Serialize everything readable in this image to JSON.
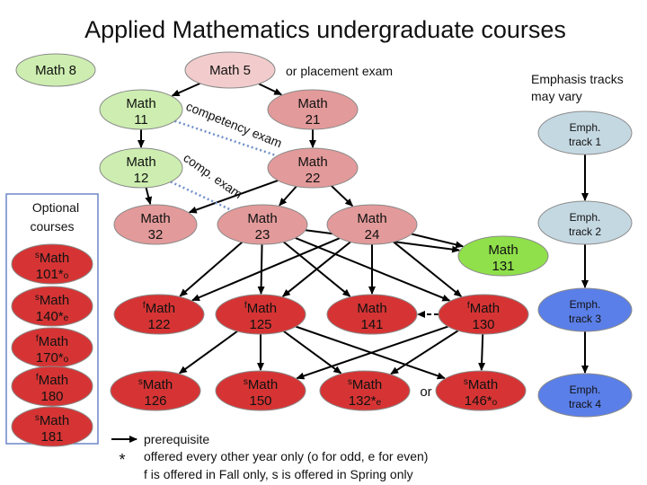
{
  "title": "Applied Mathematics undergraduate courses",
  "notes": {
    "placement": "or placement exam",
    "competency": "competency exam",
    "comp": "comp. exam",
    "emphasis_line1": "Emphasis tracks",
    "emphasis_line2": "may vary",
    "or": "or"
  },
  "optional": {
    "title_line1": "Optional",
    "title_line2": "courses"
  },
  "legend": {
    "arrow_text": "prerequisite",
    "star": "*",
    "star_text": "offered every other year only (o for odd, e for even)",
    "fs_text": "f is offered in Fall only, s is offered in Spring only"
  },
  "colors": {
    "green": "#cdeeb0",
    "pink": "#f2cccc",
    "salmon": "#e39a9a",
    "red": "#d63434",
    "bright_green": "#8fe04a",
    "light_blue": "#c4d8e2",
    "blue": "#5b7fe8"
  },
  "nodes": [
    {
      "id": "m8",
      "line1": "Math 8",
      "line2": "",
      "prefix": "",
      "suffix": "",
      "color": "green"
    },
    {
      "id": "m5",
      "line1": "Math 5",
      "line2": "",
      "prefix": "",
      "suffix": "",
      "color": "pink"
    },
    {
      "id": "m11",
      "line1": "Math",
      "line2": "11",
      "prefix": "",
      "suffix": "",
      "color": "green"
    },
    {
      "id": "m21",
      "line1": "Math",
      "line2": "21",
      "prefix": "",
      "suffix": "",
      "color": "salmon"
    },
    {
      "id": "m12",
      "line1": "Math",
      "line2": "12",
      "prefix": "",
      "suffix": "",
      "color": "green"
    },
    {
      "id": "m22",
      "line1": "Math",
      "line2": "22",
      "prefix": "",
      "suffix": "",
      "color": "salmon"
    },
    {
      "id": "m32",
      "line1": "Math",
      "line2": "32",
      "prefix": "",
      "suffix": "",
      "color": "salmon"
    },
    {
      "id": "m23",
      "line1": "Math",
      "line2": "23",
      "prefix": "",
      "suffix": "",
      "color": "salmon"
    },
    {
      "id": "m24",
      "line1": "Math",
      "line2": "24",
      "prefix": "",
      "suffix": "",
      "color": "salmon"
    },
    {
      "id": "m131",
      "line1": "Math",
      "line2": "131",
      "prefix": "",
      "suffix": "",
      "color": "bright_green"
    },
    {
      "id": "m122",
      "line1": "Math",
      "line2": "122",
      "prefix": "f",
      "suffix": "",
      "color": "red"
    },
    {
      "id": "m125",
      "line1": "Math",
      "line2": "125",
      "prefix": "f",
      "suffix": "",
      "color": "red"
    },
    {
      "id": "m141",
      "line1": "Math",
      "line2": "141",
      "prefix": "",
      "suffix": "",
      "color": "red"
    },
    {
      "id": "m130",
      "line1": "Math",
      "line2": "130",
      "prefix": "f",
      "suffix": "",
      "color": "red"
    },
    {
      "id": "m126",
      "line1": "Math",
      "line2": "126",
      "prefix": "s",
      "suffix": "",
      "color": "red"
    },
    {
      "id": "m150",
      "line1": "Math",
      "line2": "150",
      "prefix": "s",
      "suffix": "",
      "color": "red"
    },
    {
      "id": "m132",
      "line1": "Math",
      "line2": "132*",
      "prefix": "s",
      "suffix": "e",
      "color": "red"
    },
    {
      "id": "m146",
      "line1": "Math",
      "line2": "146*",
      "prefix": "s",
      "suffix": "o",
      "color": "red"
    },
    {
      "id": "m101",
      "line1": "Math",
      "line2": "101*",
      "prefix": "s",
      "suffix": "o",
      "color": "red"
    },
    {
      "id": "m140",
      "line1": "Math",
      "line2": "140*",
      "prefix": "s",
      "suffix": "e",
      "color": "red"
    },
    {
      "id": "m170",
      "line1": "Math",
      "line2": "170*",
      "prefix": "f",
      "suffix": "o",
      "color": "red"
    },
    {
      "id": "m180",
      "line1": "Math",
      "line2": "180",
      "prefix": "f",
      "suffix": "",
      "color": "red"
    },
    {
      "id": "m181",
      "line1": "Math",
      "line2": "181",
      "prefix": "s",
      "suffix": "",
      "color": "red"
    },
    {
      "id": "t1",
      "line1": "Emph.",
      "line2": "track 1",
      "prefix": "",
      "suffix": "",
      "color": "light_blue"
    },
    {
      "id": "t2",
      "line1": "Emph.",
      "line2": "track 2",
      "prefix": "",
      "suffix": "",
      "color": "light_blue"
    },
    {
      "id": "t3",
      "line1": "Emph.",
      "line2": "track 3",
      "prefix": "",
      "suffix": "",
      "color": "blue"
    },
    {
      "id": "t4",
      "line1": "Emph.",
      "line2": "track 4",
      "prefix": "",
      "suffix": "",
      "color": "blue"
    }
  ],
  "edges": [
    {
      "from": "m5",
      "to": "m11",
      "style": "solid"
    },
    {
      "from": "m5",
      "to": "m21",
      "style": "solid"
    },
    {
      "from": "m11",
      "to": "m12",
      "style": "solid"
    },
    {
      "from": "m21",
      "to": "m22",
      "style": "solid"
    },
    {
      "from": "m12",
      "to": "m32",
      "style": "solid"
    },
    {
      "from": "m22",
      "to": "m32",
      "style": "solid"
    },
    {
      "from": "m22",
      "to": "m23",
      "style": "solid"
    },
    {
      "from": "m22",
      "to": "m24",
      "style": "solid"
    },
    {
      "from": "m11",
      "to": "m22",
      "style": "dotted"
    },
    {
      "from": "m12",
      "to": "m23",
      "style": "dotted"
    },
    {
      "from": "m23",
      "to": "m131",
      "style": "solid"
    },
    {
      "from": "m24",
      "to": "m131",
      "style": "solid"
    },
    {
      "from": "m23",
      "to": "m122",
      "style": "solid"
    },
    {
      "from": "m23",
      "to": "m125",
      "style": "solid"
    },
    {
      "from": "m23",
      "to": "m141",
      "style": "solid"
    },
    {
      "from": "m23",
      "to": "m130",
      "style": "solid"
    },
    {
      "from": "m24",
      "to": "m122",
      "style": "solid"
    },
    {
      "from": "m24",
      "to": "m125",
      "style": "solid"
    },
    {
      "from": "m24",
      "to": "m141",
      "style": "solid"
    },
    {
      "from": "m24",
      "to": "m130",
      "style": "solid"
    },
    {
      "from": "m130",
      "to": "m141",
      "style": "dashed"
    },
    {
      "from": "m125",
      "to": "m126",
      "style": "solid"
    },
    {
      "from": "m125",
      "to": "m150",
      "style": "solid"
    },
    {
      "from": "m125",
      "to": "m132",
      "style": "solid"
    },
    {
      "from": "m125",
      "to": "m146",
      "style": "solid"
    },
    {
      "from": "m130",
      "to": "m150",
      "style": "solid"
    },
    {
      "from": "m130",
      "to": "m132",
      "style": "solid"
    },
    {
      "from": "m130",
      "to": "m146",
      "style": "solid"
    },
    {
      "from": "t1",
      "to": "t2",
      "style": "solid"
    },
    {
      "from": "t2",
      "to": "t3",
      "style": "solid"
    },
    {
      "from": "t3",
      "to": "t4",
      "style": "solid"
    }
  ]
}
